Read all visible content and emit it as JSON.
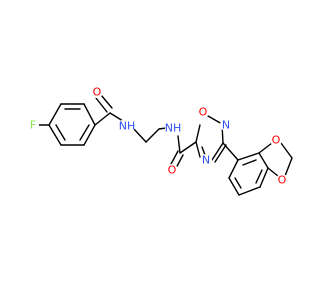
{
  "colors": {
    "background": "#ffffff",
    "bond": "#000000",
    "carbon": "#000000",
    "oxygen": "#ff0000",
    "nitrogen": "#3050f8",
    "fluorine": "#90e050"
  },
  "molecule": {
    "atoms": {
      "f": {
        "label": "F",
        "element": "fluorine"
      },
      "o1": {
        "label": "O",
        "element": "oxygen"
      },
      "nh1": {
        "label": "NH",
        "element": "nitrogen"
      },
      "nh2": {
        "label": "NH",
        "element": "nitrogen"
      },
      "o2": {
        "label": "O",
        "element": "oxygen"
      },
      "o3": {
        "label": "O",
        "element": "oxygen"
      },
      "n1": {
        "label": "N",
        "element": "nitrogen"
      },
      "n2": {
        "label": "N",
        "element": "nitrogen"
      },
      "o4": {
        "label": "O",
        "element": "oxygen"
      },
      "o5": {
        "label": "O",
        "element": "oxygen"
      }
    }
  }
}
